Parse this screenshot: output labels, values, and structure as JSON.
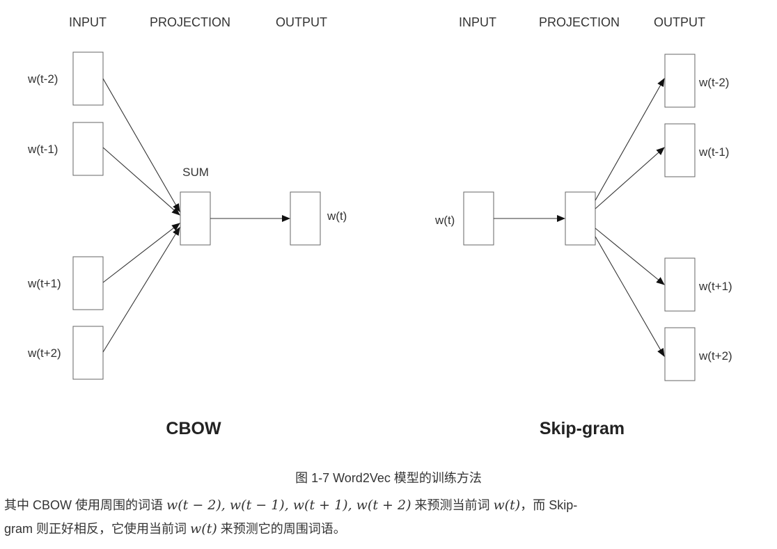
{
  "cbow": {
    "headers": {
      "input": "INPUT",
      "projection": "PROJECTION",
      "output": "OUTPUT"
    },
    "inputs": [
      "w(t-2)",
      "w(t-1)",
      "w(t+1)",
      "w(t+2)"
    ],
    "sum_label": "SUM",
    "output": "w(t)",
    "title": "CBOW"
  },
  "skipgram": {
    "headers": {
      "input": "INPUT",
      "projection": "PROJECTION",
      "output": "OUTPUT"
    },
    "input": "w(t)",
    "outputs": [
      "w(t-2)",
      "w(t-1)",
      "w(t+1)",
      "w(t+2)"
    ],
    "title": "Skip-gram"
  },
  "caption": "图 1-7 Word2Vec 模型的训练方法",
  "paragraph": {
    "line1_a": "其中 CBOW 使用周围的词语 ",
    "math1": "w(t − 2), w(t − 1), w(t + 1), w(t + 2)",
    "line1_b": " 来预测当前词 ",
    "math2": "w(t)",
    "line1_c": "，而 Skip-",
    "line2_a": "gram 则正好相反，它使用当前词 ",
    "math3": "w(t)",
    "line2_b": " 来预测它的周围词语。"
  }
}
